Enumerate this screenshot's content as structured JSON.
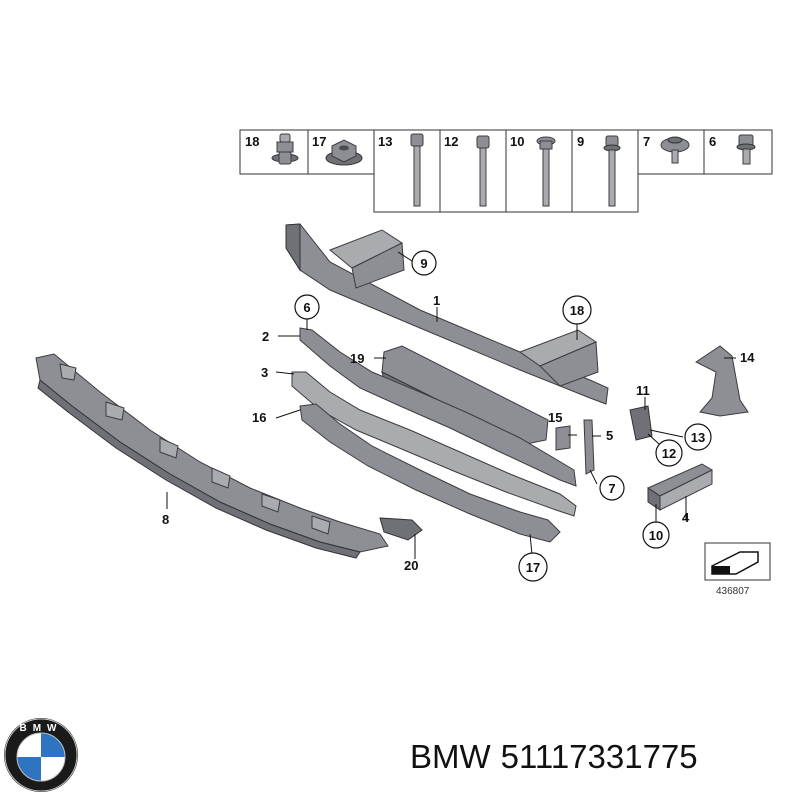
{
  "fastener_table": [
    "18",
    "17",
    "13",
    "12",
    "10",
    "9",
    "7",
    "6"
  ],
  "part_labels": {
    "p1": "1",
    "p2": "2",
    "p3": "3",
    "p4": "4",
    "p5": "5",
    "p8": "8",
    "p11": "11",
    "p14": "14",
    "p15": "15",
    "p16": "16",
    "p19": "19",
    "p20": "20"
  },
  "callouts": {
    "c6": "6",
    "c7": "7",
    "c9": "9",
    "c10": "10",
    "c12": "12",
    "c13": "13",
    "c17": "17",
    "c18": "18"
  },
  "diagram_ref": "436807",
  "brand": "BMW",
  "part_number": "51117331775",
  "logo": {
    "text": "BMW",
    "colors": {
      "blue": "#2f74c0",
      "white": "#ffffff",
      "ring": "#1a1a1a"
    }
  }
}
